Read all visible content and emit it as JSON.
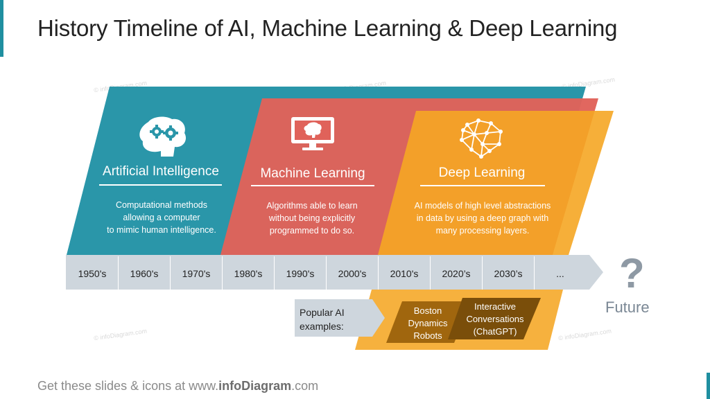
{
  "title": "History Timeline of AI, Machine Learning & Deep Learning",
  "panels": {
    "ai": {
      "title": "Artificial Intelligence",
      "desc": [
        "Computational methods",
        "allowing a computer",
        "to mimic human intelligence."
      ]
    },
    "ml": {
      "title": "Machine Learning",
      "desc": [
        "Algorithms able to learn",
        "without being explicitly",
        "programmed to do so."
      ]
    },
    "dl": {
      "title": "Deep Learning",
      "desc": [
        "AI models of high level abstractions",
        "in data by using a deep graph with",
        "many processing layers."
      ]
    }
  },
  "timeline": [
    "1950's",
    "1960's",
    "1970's",
    "1980's",
    "1990's",
    "2000's",
    "2010's",
    "2020’s",
    "2030’s",
    "..."
  ],
  "future": {
    "symbol": "?",
    "label": "Future"
  },
  "examples": {
    "label": [
      "Popular AI",
      "examples:"
    ],
    "items": [
      {
        "lines": [
          "Boston",
          "Dynamics",
          "Robots"
        ]
      },
      {
        "lines": [
          "Interactive",
          "Conversations",
          "(ChatGPT)"
        ]
      }
    ]
  },
  "watermark": "© infoDiagram.com",
  "footer": {
    "prefix": "Get these slides & icons at www.",
    "brand": "infoDiagram",
    "suffix": ".com"
  },
  "colors": {
    "ai": "#2a96a9",
    "ml": "#e0625a",
    "dl": "#f5a623",
    "timeline": "#ced6dd",
    "example_dark": "#a0660e",
    "example_darker": "#7a4e0a"
  },
  "icons": [
    "brain-gears-icon",
    "monitor-brain-icon",
    "neural-network-brain-icon"
  ]
}
